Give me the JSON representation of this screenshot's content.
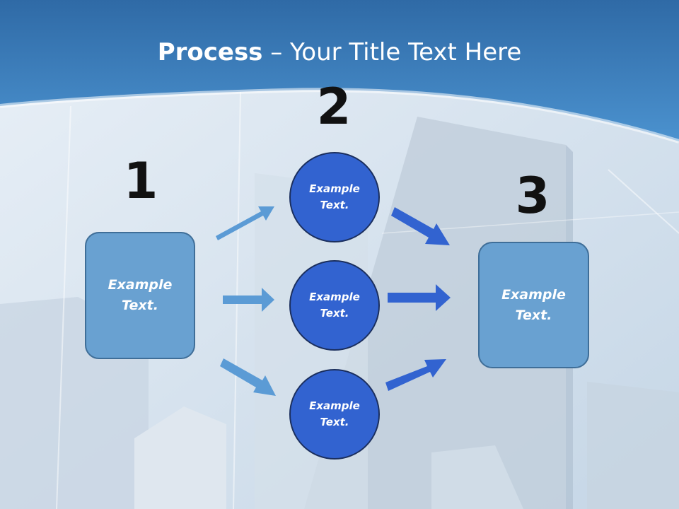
{
  "slide": {
    "title_bold": "Process",
    "title_rest": " – Your Title Text Here"
  },
  "steps": [
    {
      "number": "1",
      "box": {
        "line1": "Example",
        "line2": "Text."
      }
    },
    {
      "number": "2",
      "circles": [
        {
          "line1": "Example",
          "line2": "Text."
        },
        {
          "line1": "Example",
          "line2": "Text."
        },
        {
          "line1": "Example",
          "line2": "Text."
        }
      ]
    },
    {
      "number": "3",
      "box": {
        "line1": "Example",
        "line2": "Text."
      }
    }
  ],
  "colors": {
    "header_blue": "#3d7fc0",
    "box_fill": "#69a1d1",
    "circle_fill": "#3263d0",
    "arrow_light": "#5b9bd5",
    "arrow_dark": "#3263d0"
  }
}
